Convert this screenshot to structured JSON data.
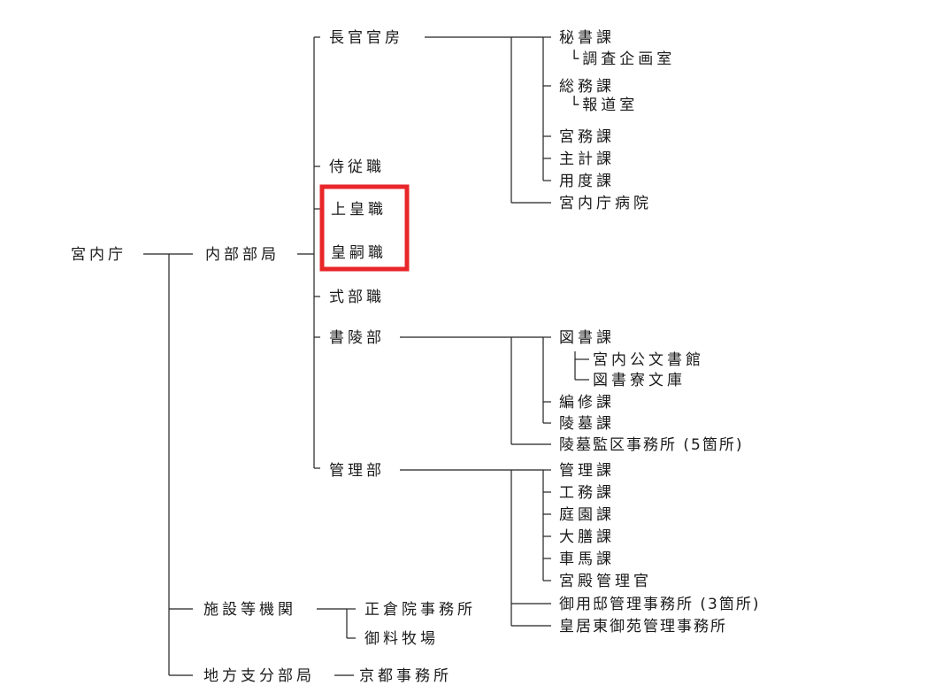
{
  "colors": {
    "line": "#222222",
    "text": "#1a1a1a",
    "highlight": "#e8262a",
    "background": "#ffffff"
  },
  "root": "宮内庁",
  "branches": {
    "internal": "内部部局",
    "facilities": "施設等機関",
    "regional": "地方支分部局"
  },
  "internal_units": {
    "chokan": "長官官房",
    "jiju": "侍従職",
    "jokoshoku": "上皇職",
    "koshishoku": "皇嗣職",
    "shikibu": "式部職",
    "shoryobu": "書陵部",
    "kanribu": "管理部"
  },
  "chokan_children": {
    "hisho": "秘書課",
    "hisho_sub": "└調査企画室",
    "somu": "総務課",
    "somu_sub": "└報道室",
    "kumu": "宮務課",
    "shukei": "主計課",
    "yodo": "用度課",
    "hospital": "宮内庁病院"
  },
  "shoryobu_children": {
    "tosho": "図書課",
    "tosho_sub1": "宮内公文書館",
    "tosho_sub2": "図書寮文庫",
    "henshu": "編修課",
    "ryobo": "陵墓課",
    "ryobo_kanku": "陵墓監区事務所 (5箇所)"
  },
  "kanribu_children": {
    "kanri": "管理課",
    "komu": "工務課",
    "teien": "庭園課",
    "daizen": "大膳課",
    "shame": "車馬課",
    "kyuden": "宮殿管理官",
    "goyotei": "御用邸管理事務所 (3箇所)",
    "kokyo_higashi": "皇居東御苑管理事務所"
  },
  "facilities_children": {
    "shosoin": "正倉院事務所",
    "bokujo": "御料牧場"
  },
  "regional_children": {
    "kyoto": "京都事務所"
  }
}
